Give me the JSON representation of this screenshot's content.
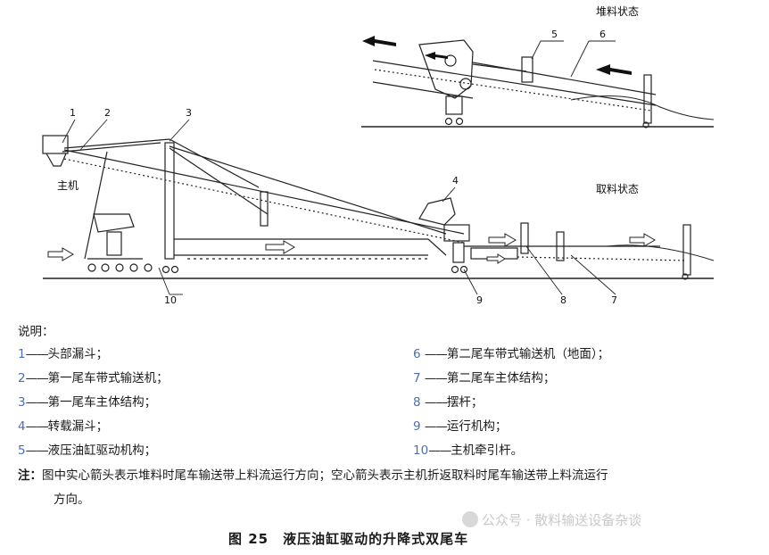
{
  "diagram": {
    "state_labels": {
      "stacking": "堆料状态",
      "reclaiming": "取料状态"
    },
    "main_machine_label": "主机",
    "callouts": [
      "1",
      "2",
      "3",
      "4",
      "5",
      "6",
      "7",
      "8",
      "9",
      "10"
    ]
  },
  "legend": {
    "title": "说明：",
    "left": [
      {
        "num": "1",
        "dash": "——",
        "text": "头部漏斗；"
      },
      {
        "num": "2",
        "dash": "——",
        "text": "第一尾车带式输送机；"
      },
      {
        "num": "3",
        "dash": "——",
        "text": "第一尾车主体结构；"
      },
      {
        "num": "4",
        "dash": "——",
        "text": "转载漏斗；"
      },
      {
        "num": "5",
        "dash": "——",
        "text": "液压油缸驱动机构；"
      }
    ],
    "right": [
      {
        "num": "6",
        "dash": "——",
        "text": "第二尾车带式输送机（地面）；"
      },
      {
        "num": "7",
        "dash": "——",
        "text": "第二尾车主体结构；"
      },
      {
        "num": "8",
        "dash": "——",
        "text": "摆杆；"
      },
      {
        "num": "9",
        "dash": "——",
        "text": "运行机构；"
      },
      {
        "num": "10",
        "dash": "——",
        "text": "主机牵引杆。"
      }
    ]
  },
  "note": {
    "label": "注：",
    "line1": "图中实心箭头表示堆料时尾车输送带上料流运行方向；空心箭头表示主机折返取料时尾车输送带上料流运行",
    "line2": "方向。"
  },
  "caption": "图 25　液压油缸驱动的升降式双尾车",
  "watermark": "公众号 · 散料输送设备杂谈"
}
